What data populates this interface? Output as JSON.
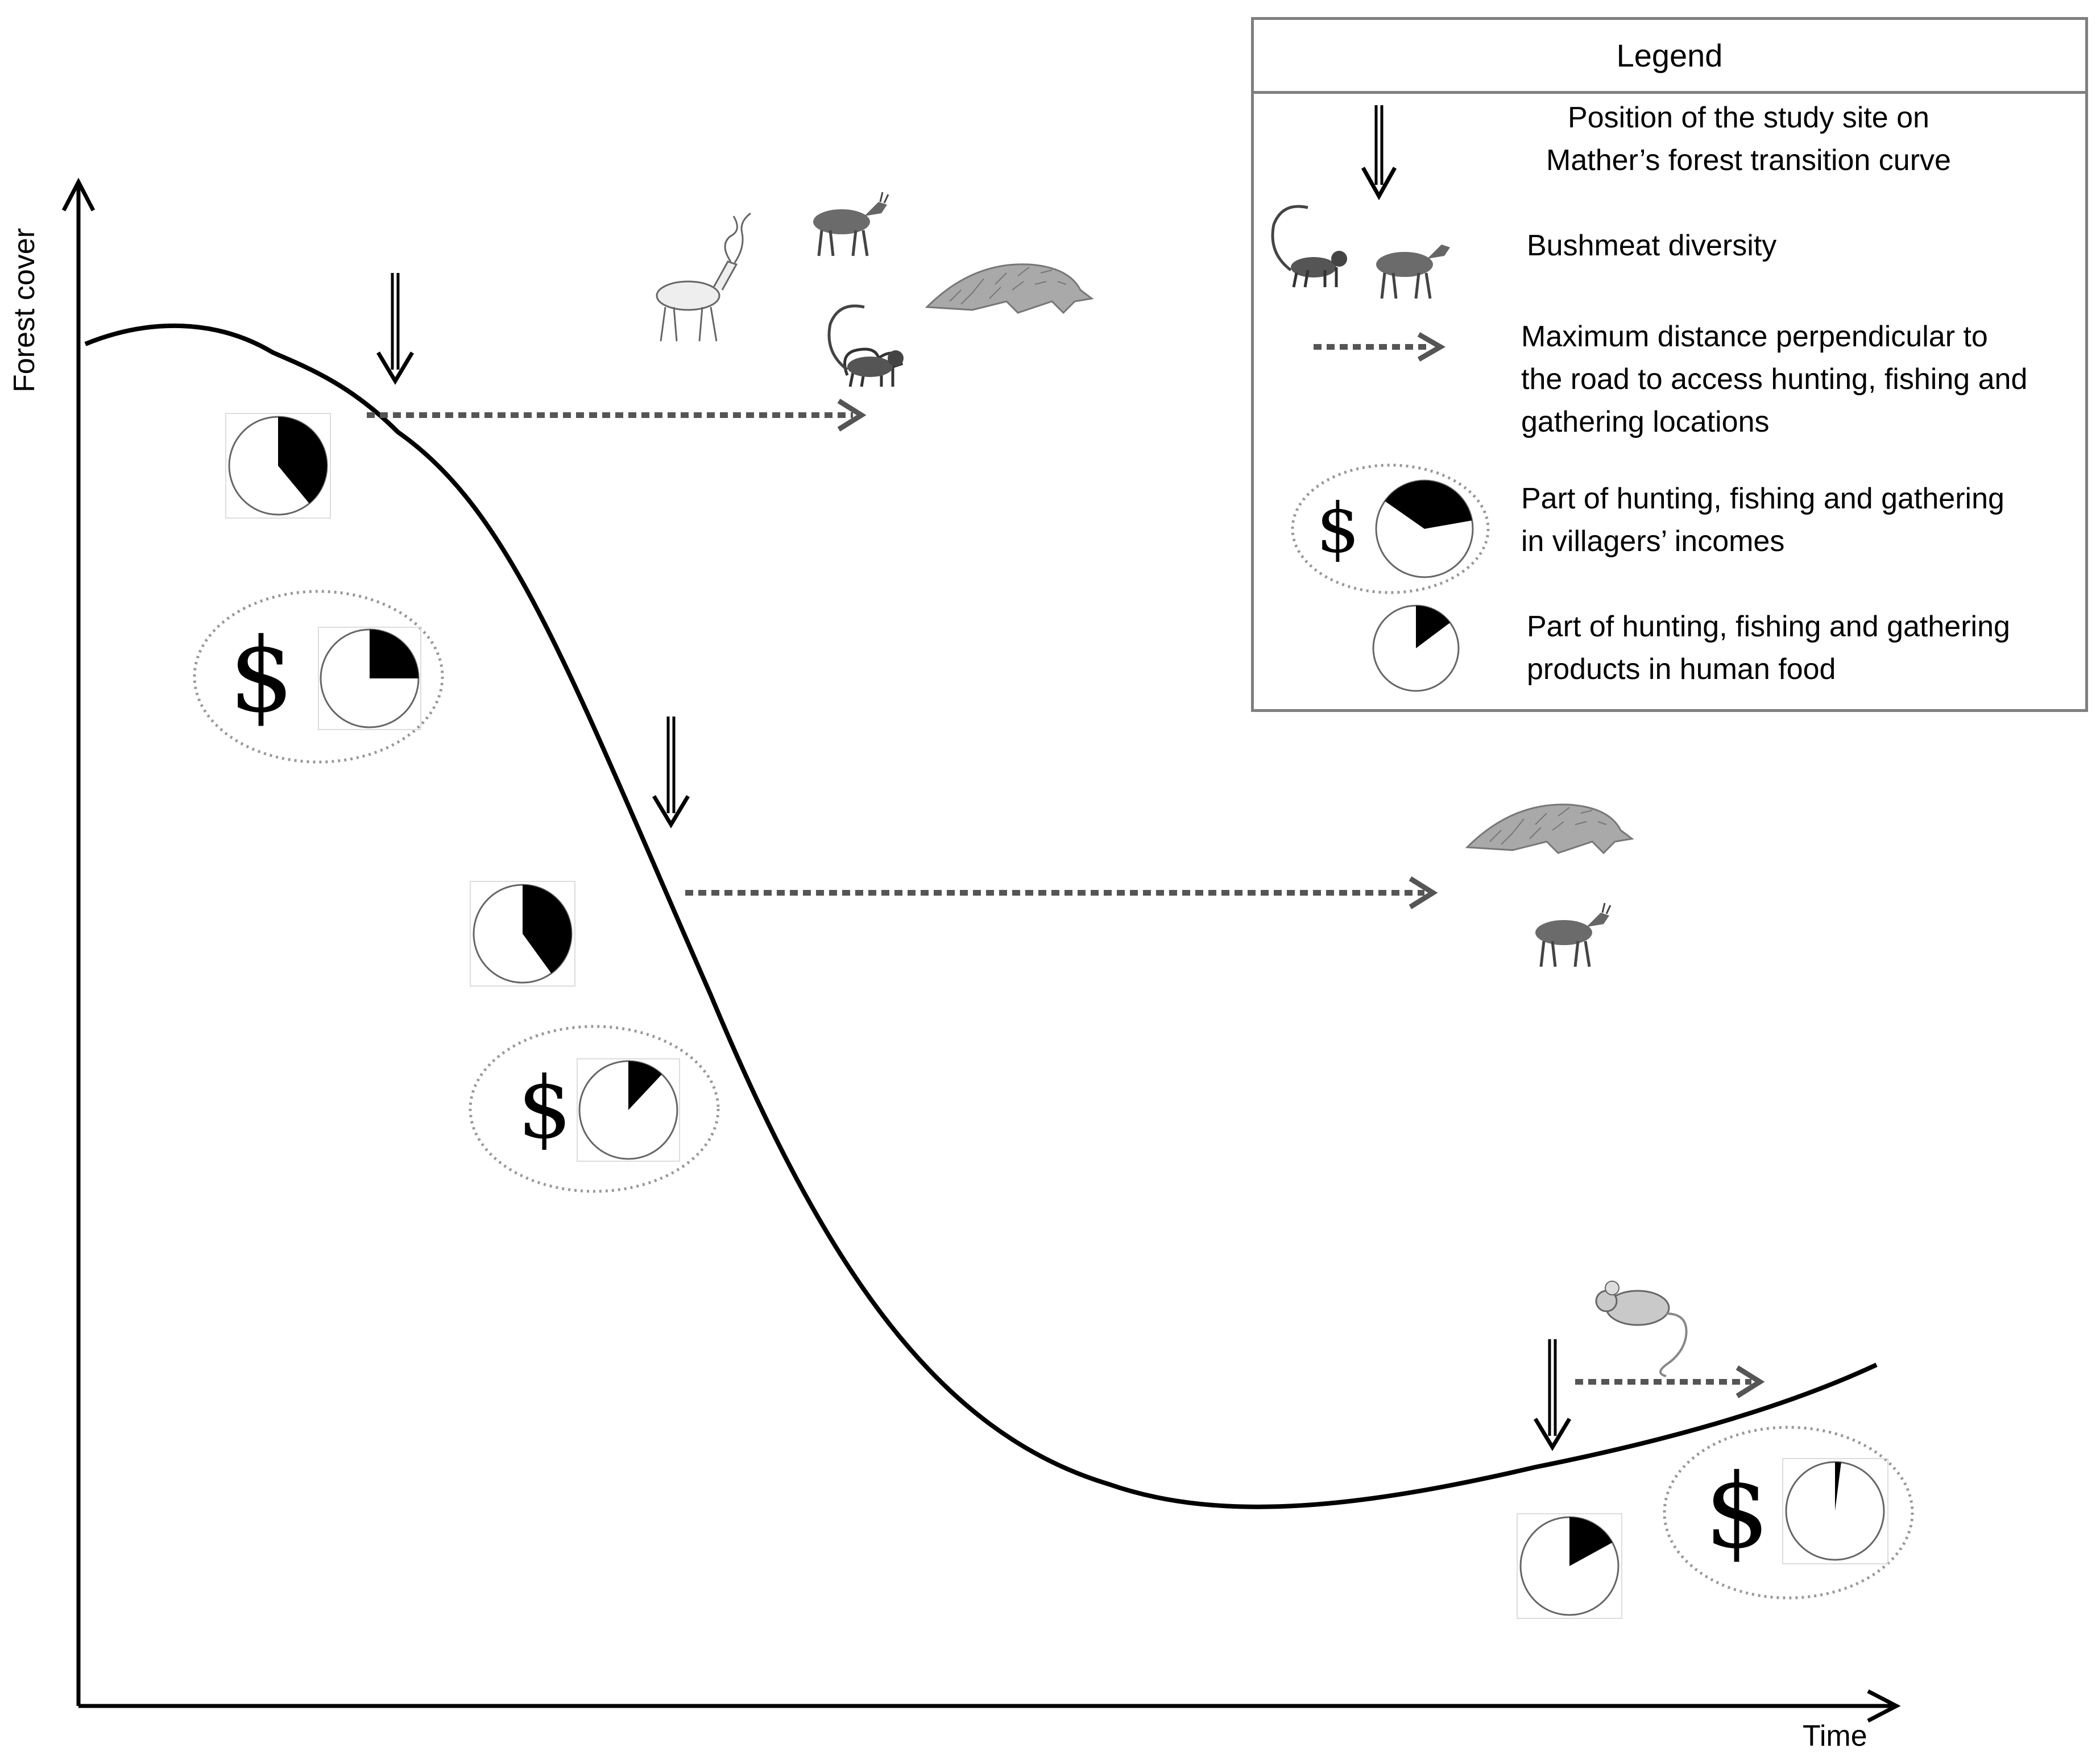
{
  "axes": {
    "y_label": "Forest cover",
    "x_label": "Time"
  },
  "legend": {
    "title": "Legend",
    "entries": [
      {
        "icon": "double-down-arrow-icon",
        "text_line1": "Position of the study site on",
        "text_line2": "Mather’s forest transition curve"
      },
      {
        "icon": "monkey-and-duiker-icon",
        "text_line1": "Bushmeat diversity"
      },
      {
        "icon": "dotted-arrow-icon",
        "text_line1": "Maximum distance perpendicular to",
        "text_line2": "the road to access hunting, fishing and",
        "text_line3": "gathering locations"
      },
      {
        "icon": "dollar-pie-icon",
        "text_line1": "Part of hunting, fishing and gathering",
        "text_line2": "in villagers’ incomes"
      },
      {
        "icon": "pie-icon",
        "text_line1": "Part of hunting, fishing and gathering",
        "text_line2": "products in human food"
      }
    ]
  },
  "dollar_symbol": "$",
  "sites": [
    {
      "stage": "early",
      "food_share": 0.39,
      "income_share": 0.25,
      "bushmeat": [
        "kudu-icon",
        "duiker-icon",
        "monkey-icon",
        "pangolin-icon"
      ]
    },
    {
      "stage": "middle",
      "food_share": 0.4,
      "income_share": 0.12,
      "bushmeat": [
        "pangolin-icon",
        "duiker-icon"
      ]
    },
    {
      "stage": "late",
      "food_share": 0.17,
      "income_share": 0.02,
      "bushmeat": [
        "rat-icon"
      ]
    }
  ],
  "colors": {
    "curve": "#000000",
    "dotted_arrow": "#555555",
    "legend_border": "#7f7f7f",
    "ellipse": "#999999"
  }
}
